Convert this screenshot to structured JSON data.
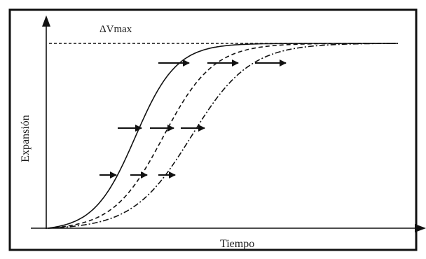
{
  "diagram": {
    "annotation": "ΔVmax",
    "x_axis_label": "Tiempo",
    "y_axis_label": "Expansión",
    "curves": [
      {
        "style": "solid",
        "midpoint": 0.25,
        "steepness": 17
      },
      {
        "style": "dashed",
        "midpoint": 0.33,
        "steepness": 14
      },
      {
        "style": "dash-dot",
        "midpoint": 0.41,
        "steepness": 12
      }
    ],
    "plateau_style": "dashed",
    "arrow_rows": 3,
    "arrows_per_row": 3,
    "colors": {
      "line": "#111111",
      "background": "#ffffff"
    }
  }
}
